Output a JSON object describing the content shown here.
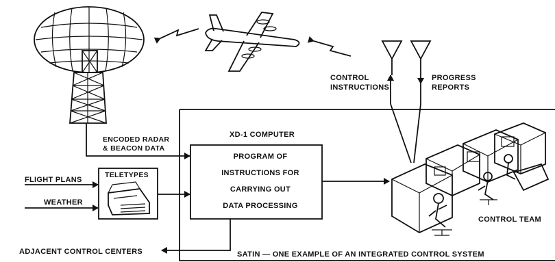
{
  "labels": {
    "control_instructions": [
      "CONTROL",
      "INSTRUCTIONS"
    ],
    "progress_reports": [
      "PROGRESS",
      "REPORTS"
    ],
    "encoded_radar": [
      "ENCODED RADAR",
      "& BEACON DATA"
    ],
    "computer_title": "XD-1 COMPUTER",
    "program_lines": [
      "PROGRAM OF",
      "INSTRUCTIONS FOR",
      "CARRYING OUT",
      "DATA PROCESSING"
    ],
    "teletypes": "TELETYPES",
    "flight_plans": "FLIGHT PLANS",
    "weather": "WEATHER",
    "adjacent_centers": "ADJACENT CONTROL CENTERS",
    "control_team": "CONTROL TEAM",
    "caption": "SATIN — ONE EXAMPLE OF AN INTEGRATED CONTROL SYSTEM"
  },
  "icons": [
    "radar-antenna-icon",
    "radar-tower-icon",
    "jet-aircraft-icon",
    "radio-antenna-icon",
    "teletype-machine-icon",
    "control-console-icon",
    "operator-figure-icon"
  ]
}
